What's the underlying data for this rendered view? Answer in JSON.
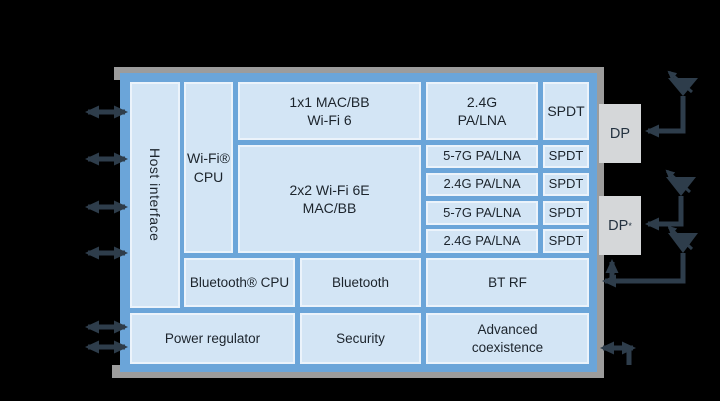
{
  "diagram": {
    "colors": {
      "bg": "#000000",
      "block_border": "#6ba5d9",
      "cell_fill": "#d3e5f5",
      "shadow": "#9c9c9c",
      "dp_fill": "#d5d7d9",
      "arrow": "#2e3d4b",
      "text": "#1c242c"
    },
    "cells": {
      "host_interface": "Host interface",
      "wifi_cpu": "Wi-Fi®\nCPU",
      "mac_1x1": "1x1 MAC/BB\nWi-Fi 6",
      "mac_2x2": "2x2 Wi-Fi 6E\nMAC/BB",
      "pa_24_main": "2.4G\nPA/LNA",
      "spdt": "SPDT",
      "pa_rows": [
        "5-7G PA/LNA",
        "2.4G PA/LNA",
        "5-7G PA/LNA",
        "2.4G PA/LNA"
      ],
      "bt_cpu": "Bluetooth® CPU",
      "bluetooth": "Bluetooth",
      "bt_rf": "BT RF",
      "power_regulator": "Power regulator",
      "security": "Security",
      "advanced_coexistence": "Advanced\ncoexistence"
    },
    "dp_blocks": [
      {
        "label": "DP",
        "sup": ""
      },
      {
        "label": "DP",
        "sup": "*"
      }
    ],
    "icons": {
      "antennas": [
        "antenna-icon",
        "antenna-icon",
        "antenna-icon"
      ]
    }
  }
}
